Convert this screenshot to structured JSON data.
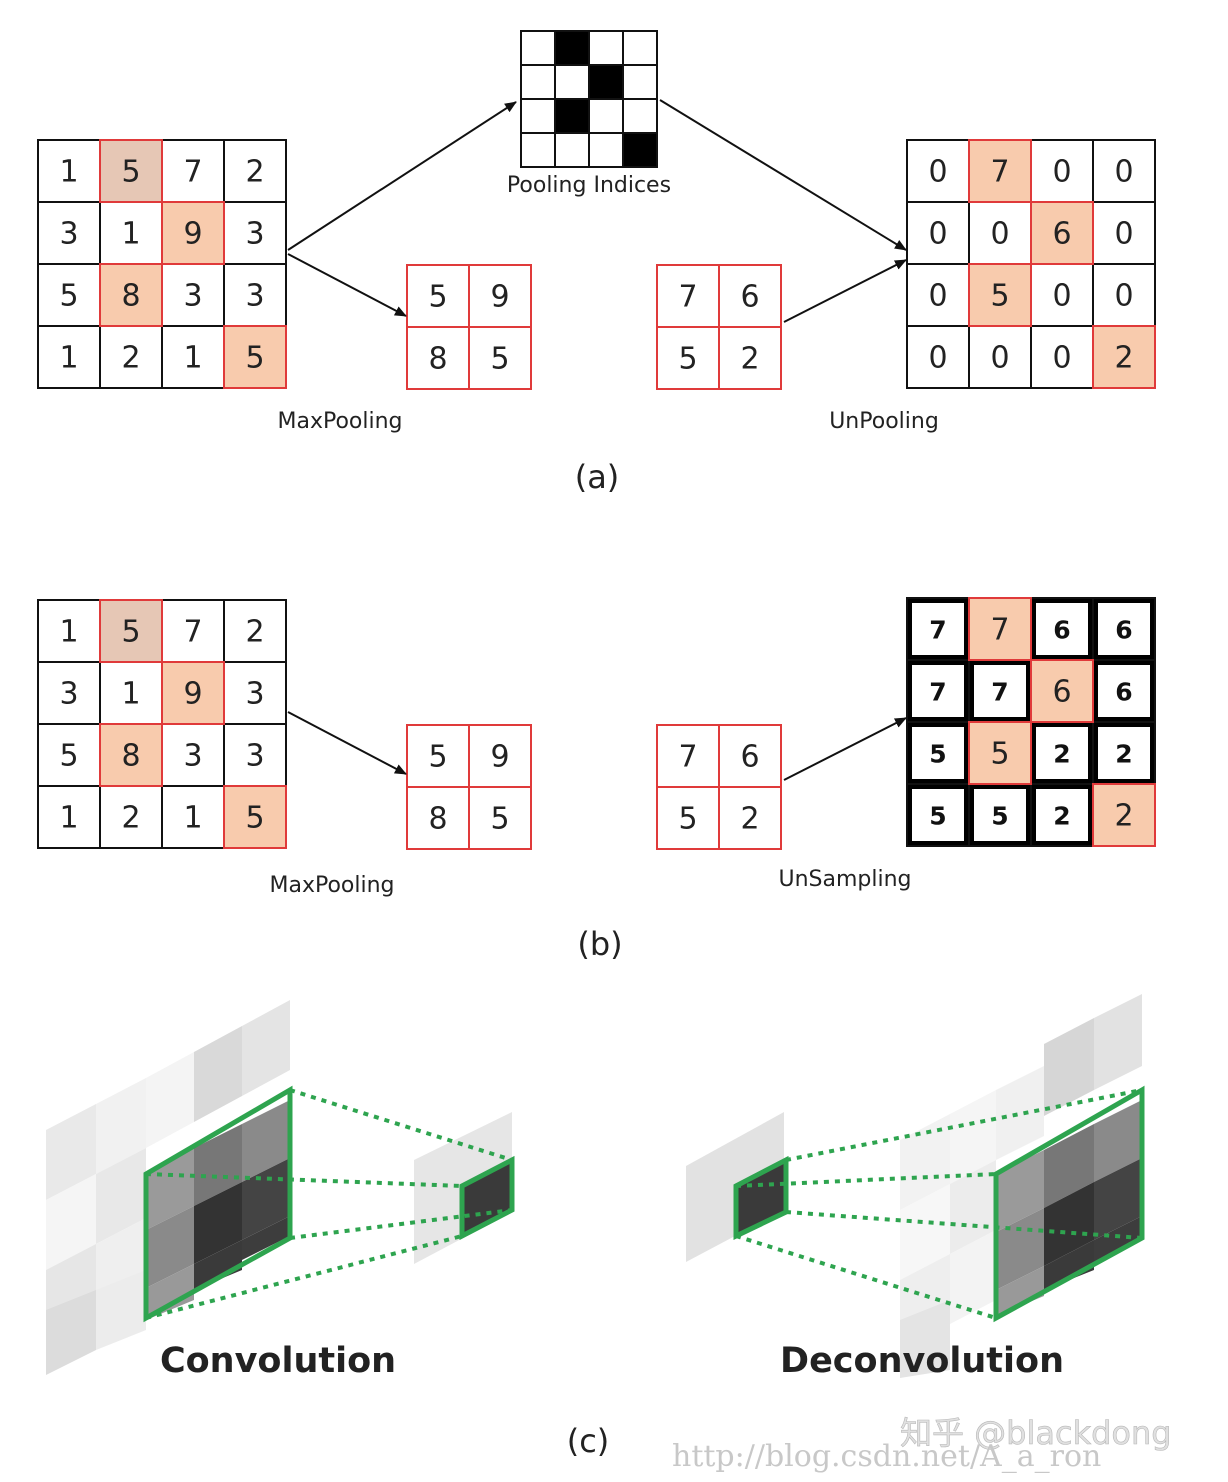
{
  "colors": {
    "highlight": "#f8cbad",
    "highlight_first": "#e6c7b5",
    "red_border": "#e03a3a",
    "grid_border": "#111111",
    "green": "#2ea44f"
  },
  "panel_a": {
    "label": "(a)",
    "input_matrix": [
      [
        1,
        5,
        7,
        2
      ],
      [
        3,
        1,
        9,
        3
      ],
      [
        5,
        8,
        3,
        3
      ],
      [
        1,
        2,
        1,
        5
      ]
    ],
    "input_highlights": [
      [
        0,
        1
      ],
      [
        1,
        2
      ],
      [
        2,
        1
      ],
      [
        3,
        3
      ]
    ],
    "pooled_matrix": [
      [
        5,
        9
      ],
      [
        8,
        5
      ]
    ],
    "pooling_indices_caption": "Pooling Indices",
    "pooling_indices_mask": [
      [
        0,
        1,
        0,
        0
      ],
      [
        0,
        0,
        1,
        0
      ],
      [
        0,
        1,
        0,
        0
      ],
      [
        0,
        0,
        0,
        1
      ]
    ],
    "maxpool_caption": "MaxPooling",
    "unpool_input": [
      [
        7,
        6
      ],
      [
        5,
        2
      ]
    ],
    "unpool_output": [
      [
        0,
        7,
        0,
        0
      ],
      [
        0,
        0,
        6,
        0
      ],
      [
        0,
        5,
        0,
        0
      ],
      [
        0,
        0,
        0,
        2
      ]
    ],
    "unpool_highlights": [
      [
        0,
        1
      ],
      [
        1,
        2
      ],
      [
        2,
        1
      ],
      [
        3,
        3
      ]
    ],
    "unpool_caption": "UnPooling"
  },
  "panel_b": {
    "label": "(b)",
    "input_matrix": [
      [
        1,
        5,
        7,
        2
      ],
      [
        3,
        1,
        9,
        3
      ],
      [
        5,
        8,
        3,
        3
      ],
      [
        1,
        2,
        1,
        5
      ]
    ],
    "input_highlights": [
      [
        0,
        1
      ],
      [
        1,
        2
      ],
      [
        2,
        1
      ],
      [
        3,
        3
      ]
    ],
    "pooled_matrix": [
      [
        5,
        9
      ],
      [
        8,
        5
      ]
    ],
    "maxpool_caption": "MaxPooling",
    "unsample_input": [
      [
        7,
        6
      ],
      [
        5,
        2
      ]
    ],
    "unsample_output": [
      [
        7,
        7,
        6,
        6
      ],
      [
        7,
        7,
        6,
        6
      ],
      [
        5,
        5,
        2,
        2
      ],
      [
        5,
        5,
        2,
        2
      ]
    ],
    "unsample_highlights": [
      [
        0,
        1
      ],
      [
        1,
        2
      ],
      [
        2,
        1
      ],
      [
        3,
        3
      ]
    ],
    "unsample_caption": "UnSampling"
  },
  "panel_c": {
    "label": "(c)",
    "convolution_label": "Convolution",
    "deconvolution_label": "Deconvolution"
  },
  "watermarks": {
    "url": "http://blog.csdn.net/A_a_ron",
    "zhihu": "知乎 @blackdong"
  }
}
